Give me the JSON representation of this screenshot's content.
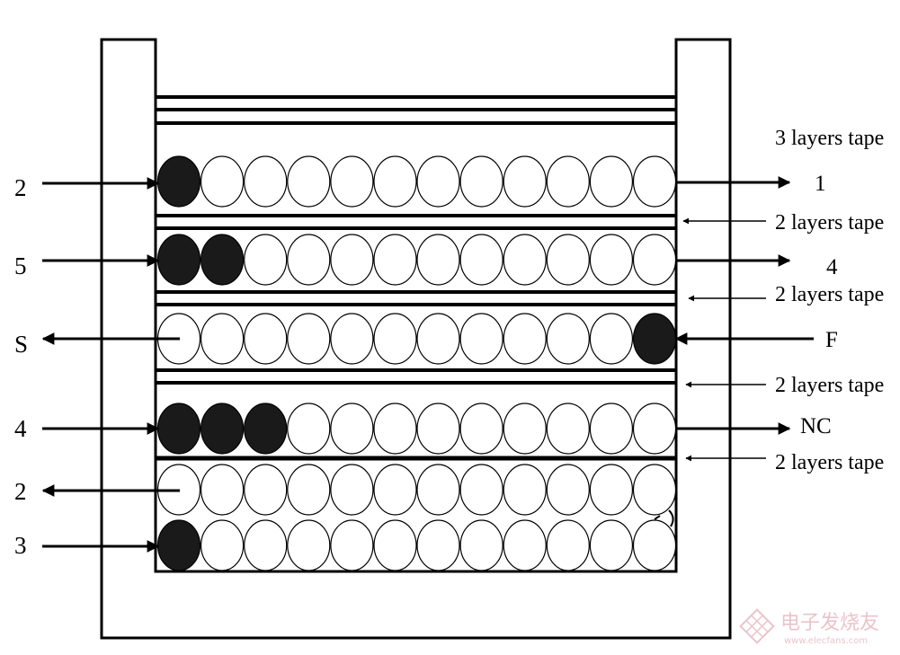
{
  "colors": {
    "line": "#000000",
    "filled_cell": "#1a1a1a",
    "empty_cell": "#ffffff",
    "watermark": "#e7b9c2"
  },
  "tape_labels": [
    "3 layers tape",
    "2 layers tape",
    "2 layers tape",
    "2 layers tape",
    "2 layers tape"
  ],
  "rows": [
    {
      "left_label": "2",
      "left_direction": "in",
      "right_label": "1",
      "right_direction": "out",
      "cells": 12,
      "filled": [
        0
      ]
    },
    {
      "left_label": "5",
      "left_direction": "in",
      "right_label": "4",
      "right_direction": "out",
      "cells": 12,
      "filled": [
        0,
        1
      ]
    },
    {
      "left_label": "S",
      "left_direction": "out",
      "right_label": "F",
      "right_direction": "in",
      "cells": 12,
      "filled": [
        11
      ]
    },
    {
      "left_label": "4",
      "left_direction": "in",
      "right_label": "NC",
      "right_direction": "out",
      "cells": 12,
      "filled": [
        0,
        1,
        2
      ]
    },
    {
      "left_label": "2",
      "left_direction": "out",
      "right_label": "",
      "right_direction": "none",
      "cells": 12,
      "filled": []
    },
    {
      "left_label": "3",
      "left_direction": "in",
      "right_label": "",
      "right_direction": "none",
      "cells": 12,
      "filled": [
        0
      ]
    }
  ],
  "watermark": {
    "logo": "lattice-logo-icon",
    "text": "电子发烧友",
    "subtext": "www.elecfans.com"
  }
}
